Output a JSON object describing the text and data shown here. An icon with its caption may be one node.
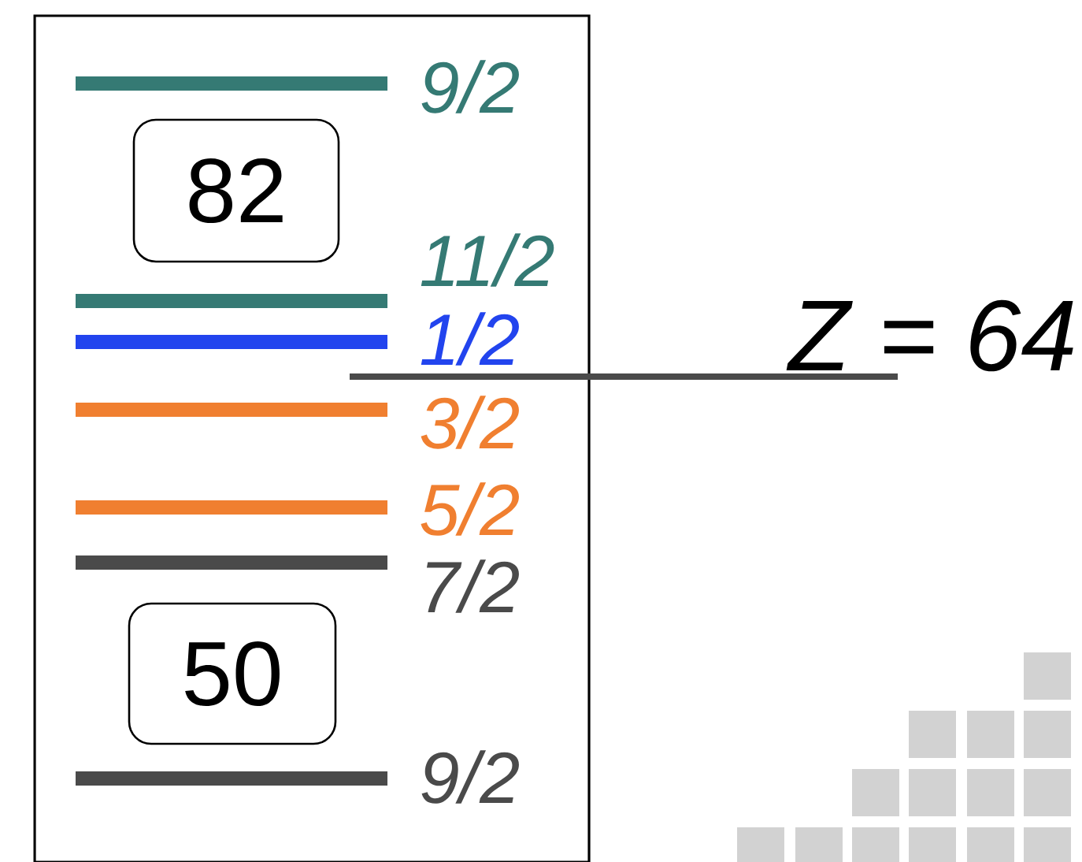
{
  "diagram": {
    "nodes": [
      {
        "text": [],
        "shape": "box"
      },
      {
        "text": [
          "82"
        ],
        "in": 0
      },
      {
        "text": [
          "50"
        ],
        "in": 0
      }
    ],
    "labels": [
      "9/2",
      "11/2",
      "1/2",
      "3/2",
      "5/2",
      "7/2",
      "9/2",
      "Z = 64"
    ]
  }
}
